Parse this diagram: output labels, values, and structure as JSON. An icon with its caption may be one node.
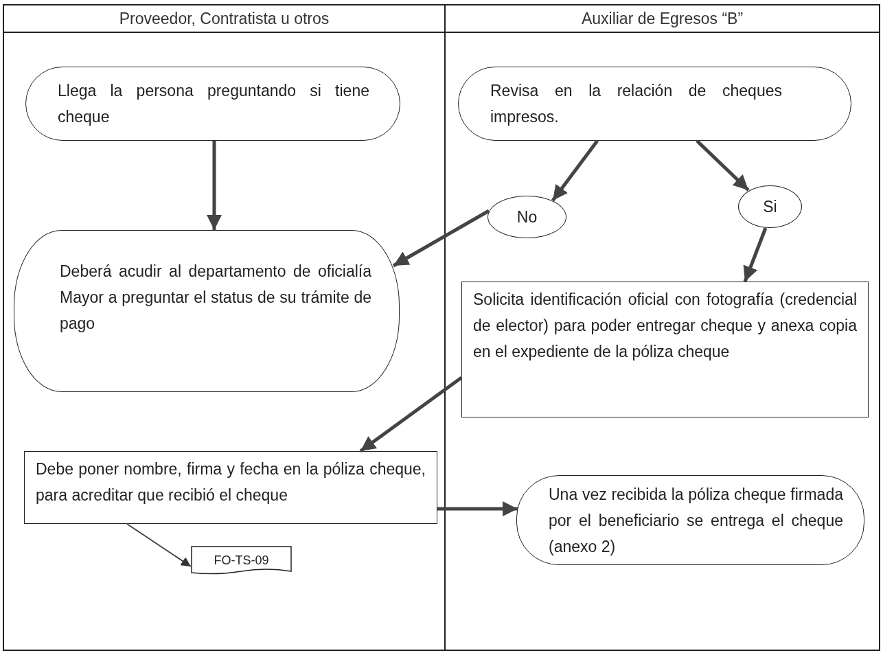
{
  "diagram": {
    "nodes": [
      {
        "text": [
          "Proveedor, Contratista u otros"
        ]
      },
      {
        "text": [
          "Auxiliar de Egresos “B”"
        ]
      },
      {
        "text": [
          "Llega la persona preguntando si tiene cheque"
        ],
        "in": 0
      },
      {
        "text": [
          "Revisa en la relación de cheques impresos."
        ],
        "in": 1
      },
      {
        "text": [
          "No"
        ],
        "in": 1
      },
      {
        "text": [
          "Si"
        ],
        "in": 1
      },
      {
        "text": [
          "Deberá acudir al departamento de oficialía Mayor a preguntar el status de su trámite de pago"
        ],
        "in": 0
      },
      {
        "text": [
          "Solicita identificación oficial con fotografía (credencial de elector) para poder entregar cheque y anexa copia en el expediente de la póliza cheque"
        ],
        "in": 1
      },
      {
        "text": [
          "Debe poner nombre, firma y fecha en la póliza cheque, para acreditar que recibió el cheque"
        ],
        "in": 0
      },
      {
        "text": [
          "Una vez recibida la póliza cheque firmada por el beneficiario se entrega el cheque (anexo 2)"
        ],
        "in": 1
      },
      {
        "text": [
          "FO-TS-09"
        ],
        "in": 0
      }
    ],
    "edges": [
      {
        "from": 2,
        "to": 6,
        "arrow": "to"
      },
      {
        "from": 3,
        "to": 4,
        "arrow": "to"
      },
      {
        "from": 3,
        "to": 5,
        "arrow": "to"
      },
      {
        "from": 4,
        "to": 6,
        "arrow": "to"
      },
      {
        "from": 5,
        "to": 7,
        "arrow": "to"
      },
      {
        "from": 7,
        "to": 8,
        "arrow": "to"
      },
      {
        "from": 8,
        "to": 9,
        "arrow": "to"
      },
      {
        "from": 8,
        "to": 10,
        "arrow": "to"
      }
    ]
  }
}
